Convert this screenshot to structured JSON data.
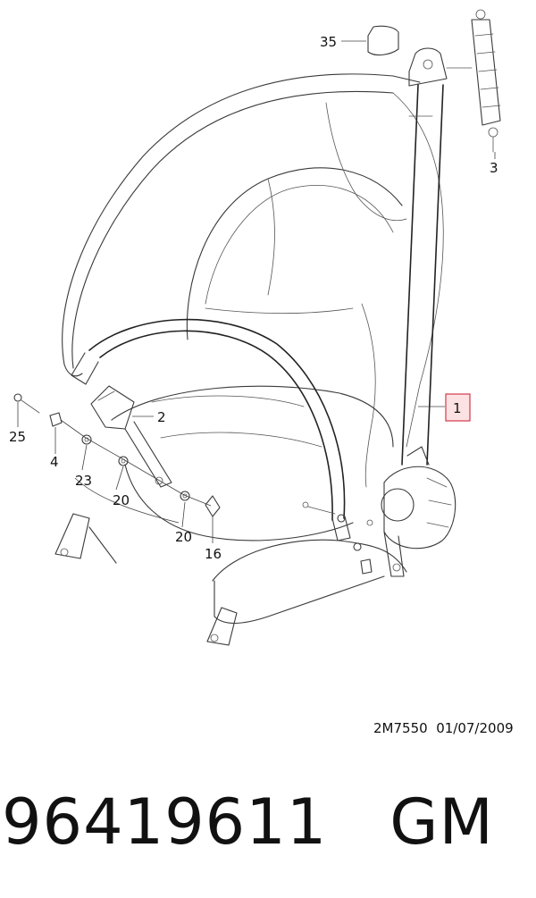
{
  "diagram": {
    "callouts": {
      "c35": "35",
      "c3": "3",
      "c2": "2",
      "c1": "1",
      "c25": "25",
      "c4": "4",
      "c23": "23",
      "c20a": "20",
      "c20b": "20",
      "c16": "16"
    },
    "highlight_color": "#d33a4b"
  },
  "footer": {
    "drawing_ref": "2M7550  01/07/2009",
    "part_number": "96419611",
    "brand": "GM"
  }
}
